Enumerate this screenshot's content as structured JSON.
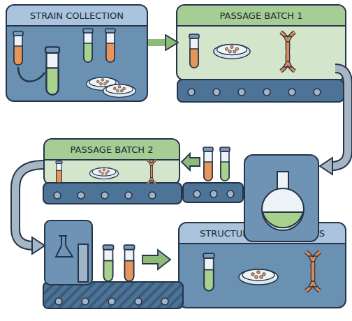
{
  "diagram": {
    "nodes": [
      {
        "text": [
          "STRAIN COLLECTION"
        ]
      },
      {
        "text": [
          "PASSAGE BATCH 1"
        ]
      },
      {
        "text": [
          "PASSAGE BATCH 2"
        ]
      },
      {
        "text": [
          "STRUCTURED WORKFLOWS"
        ]
      }
    ],
    "edges": [
      {
        "from": 0,
        "to": 1,
        "arrow": "to"
      }
    ]
  }
}
